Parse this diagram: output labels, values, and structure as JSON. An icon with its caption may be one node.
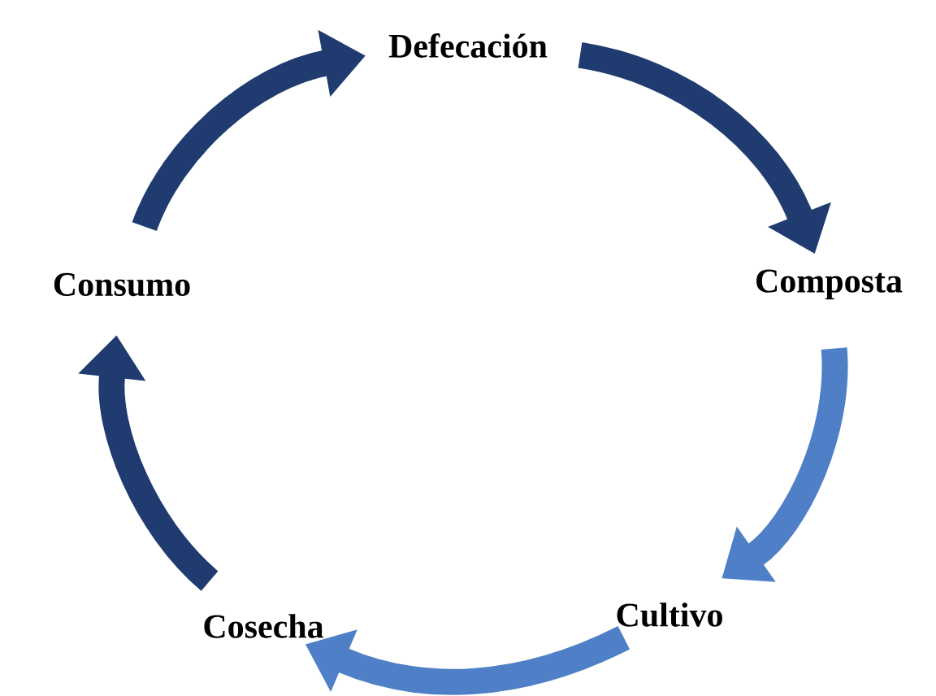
{
  "diagram": {
    "nodes": [
      {
        "text": [
          "Defecación"
        ]
      },
      {
        "text": [
          "Composta"
        ]
      },
      {
        "text": [
          "Cultivo"
        ]
      },
      {
        "text": [
          "Cosecha"
        ]
      },
      {
        "text": [
          "Consumo"
        ]
      }
    ],
    "edges": [
      {
        "from": 0,
        "to": 1,
        "arrow": "to"
      },
      {
        "from": 1,
        "to": 2,
        "arrow": "to",
        "color": "#4f7fc6"
      },
      {
        "from": 2,
        "to": 3,
        "arrow": "to",
        "color": "#4f7fc6"
      },
      {
        "from": 3,
        "to": 4,
        "arrow": "to"
      },
      {
        "from": 4,
        "to": 0,
        "arrow": "to"
      }
    ]
  }
}
